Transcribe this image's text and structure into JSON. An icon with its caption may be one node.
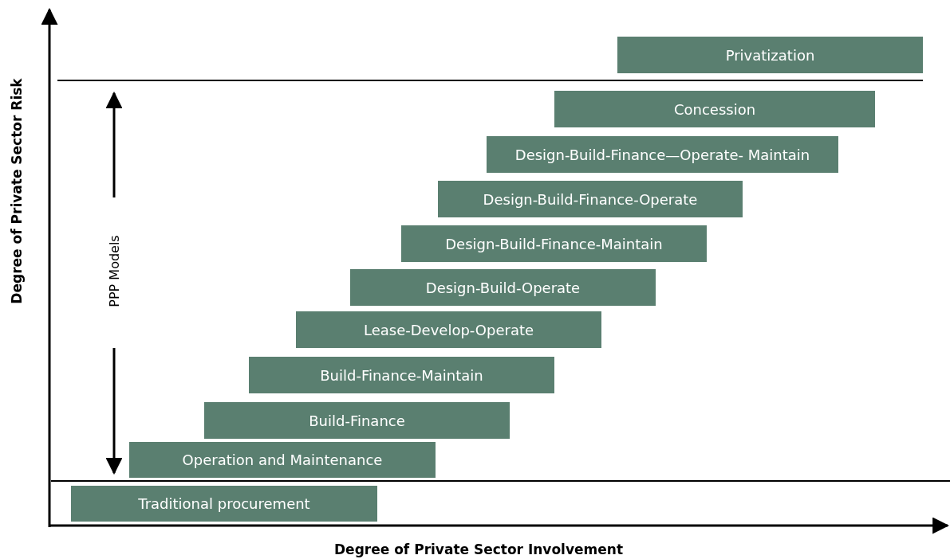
{
  "diagram": {
    "nodes": [
      {
        "text": [
          "Privatization"
        ]
      },
      {
        "text": [
          "Concession"
        ]
      },
      {
        "text": [
          "Design-Build-Finance—Operate- Maintain"
        ]
      },
      {
        "text": [
          "Design-Build-Finance-Operate"
        ]
      },
      {
        "text": [
          "Design-Build-Finance-Maintain"
        ]
      },
      {
        "text": [
          "Design-Build-Operate"
        ]
      },
      {
        "text": [
          "Lease-Develop-Operate"
        ]
      },
      {
        "text": [
          "Build-Finance-Maintain"
        ]
      },
      {
        "text": [
          "Build-Finance"
        ]
      },
      {
        "text": [
          "Operation and Maintenance"
        ]
      },
      {
        "text": [
          "Traditional procurement"
        ]
      }
    ],
    "edges": [],
    "labels": [
      "Degree of Private Sector Risk",
      "PPP Models",
      "Degree of Private Sector Involvement"
    ]
  }
}
